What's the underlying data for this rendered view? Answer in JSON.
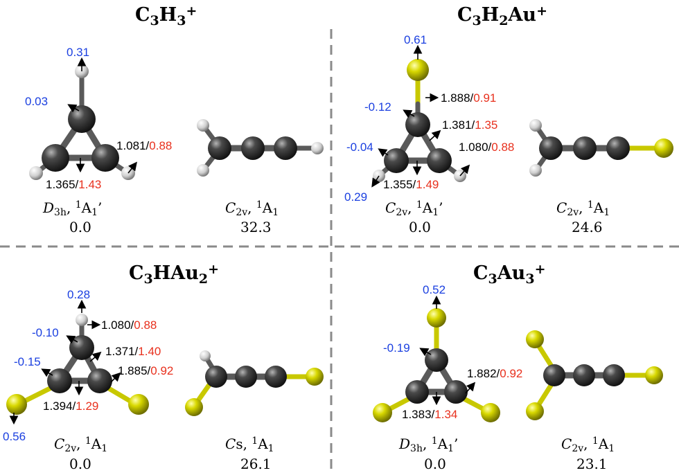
{
  "panels": [
    {
      "title": "C3H3+",
      "isomer1": {
        "point_group": "D3h",
        "state": "1A1'",
        "energy": "0.0",
        "charges": [
          "0.31",
          "0.03"
        ],
        "bonds": [
          {
            "len": "1.081",
            "order": "0.88"
          },
          {
            "len": "1.365",
            "order": "1.43"
          }
        ]
      },
      "isomer2": {
        "point_group": "C2v",
        "state": "1A1",
        "energy": "32.3"
      }
    },
    {
      "title": "C3H2Au+",
      "isomer1": {
        "point_group": "C2v",
        "state": "1A1'",
        "energy": "0.0",
        "charges": [
          "0.61",
          "-0.12",
          "-0.04",
          "0.29"
        ],
        "bonds": [
          {
            "len": "1.888",
            "order": "0.91"
          },
          {
            "len": "1.381",
            "order": "1.35"
          },
          {
            "len": "1.080",
            "order": "0.88"
          },
          {
            "len": "1.355",
            "order": "1.49"
          }
        ]
      },
      "isomer2": {
        "point_group": "C2v",
        "state": "1A1",
        "energy": "24.6"
      }
    },
    {
      "title": "C3HAu2+",
      "isomer1": {
        "point_group": "C2v",
        "state": "1A1",
        "energy": "0.0",
        "charges": [
          "0.28",
          "-0.10",
          "-0.15",
          "0.56"
        ],
        "bonds": [
          {
            "len": "1.080",
            "order": "0.88"
          },
          {
            "len": "1.371",
            "order": "1.40"
          },
          {
            "len": "1.885",
            "order": "0.92"
          },
          {
            "len": "1.394",
            "order": "1.29"
          }
        ]
      },
      "isomer2": {
        "point_group": "Cs",
        "state": "1A1",
        "energy": "26.1"
      }
    },
    {
      "title": "C3Au3+",
      "isomer1": {
        "point_group": "D3h",
        "state": "1A1'",
        "energy": "0.0",
        "charges": [
          "0.52",
          "-0.19"
        ],
        "bonds": [
          {
            "len": "1.882",
            "order": "0.92"
          },
          {
            "len": "1.383",
            "order": "1.34"
          }
        ]
      },
      "isomer2": {
        "point_group": "C2v",
        "state": "1A1",
        "energy": "23.1"
      }
    }
  ],
  "colors": {
    "charge": "#1a3fe0",
    "bond_order": "#e8301d",
    "carbon": "#3a3a3a",
    "hydrogen": "#e6e6e6",
    "gold": "#d6d600"
  }
}
